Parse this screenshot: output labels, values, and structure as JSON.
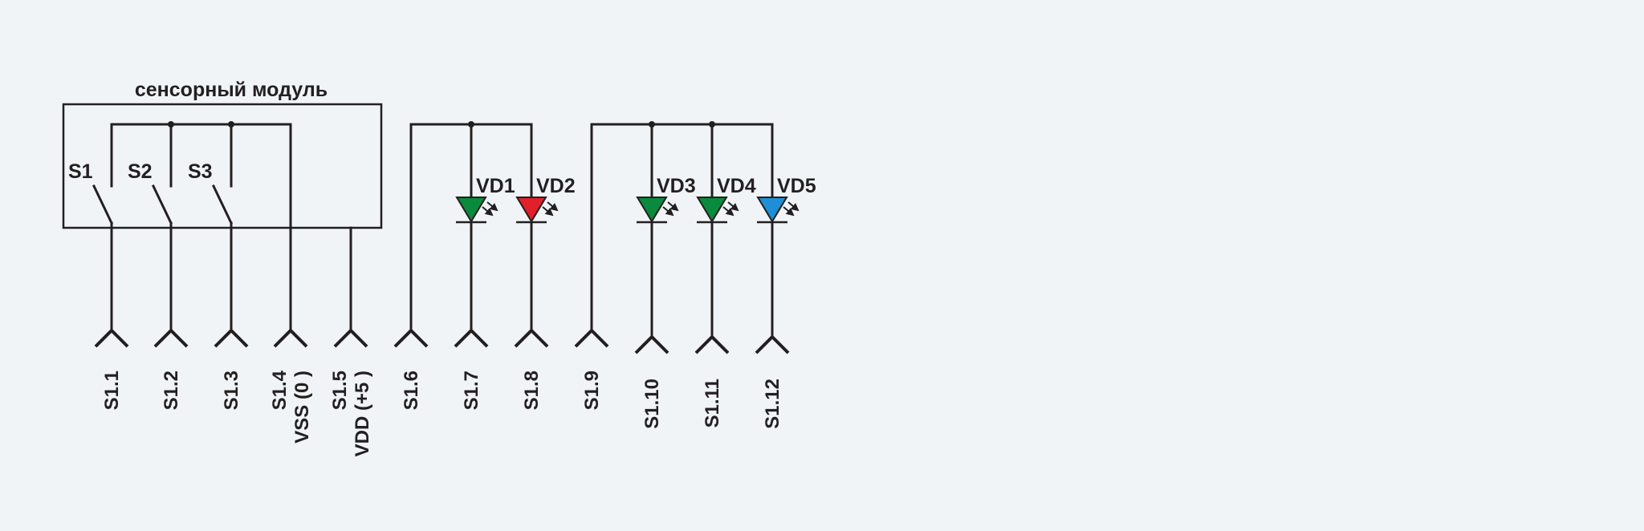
{
  "module": {
    "title": "сенсорный модуль"
  },
  "switches": [
    {
      "label": "S1"
    },
    {
      "label": "S2"
    },
    {
      "label": "S3"
    }
  ],
  "leds": [
    {
      "label": "VD1",
      "color": "#0a8a3c"
    },
    {
      "label": "VD2",
      "color": "#e0202a"
    },
    {
      "label": "VD3",
      "color": "#0a8a3c"
    },
    {
      "label": "VD4",
      "color": "#0a8a3c"
    },
    {
      "label": "VD5",
      "color": "#1e8fd6"
    }
  ],
  "pins": [
    {
      "lines": [
        "S1.1"
      ]
    },
    {
      "lines": [
        "S1.2"
      ]
    },
    {
      "lines": [
        "S1.3"
      ]
    },
    {
      "lines": [
        "S1.4",
        "VSS (0 )"
      ]
    },
    {
      "lines": [
        "S1.5",
        "VDD (+5 )"
      ]
    },
    {
      "lines": [
        "S1.6"
      ]
    },
    {
      "lines": [
        "S1.7"
      ]
    },
    {
      "lines": [
        "S1.8"
      ]
    },
    {
      "lines": [
        "S1.9"
      ]
    },
    {
      "lines": [
        "S1.10"
      ]
    },
    {
      "lines": [
        "S1.11"
      ]
    },
    {
      "lines": [
        "S1.12"
      ]
    }
  ],
  "icons": {
    "pin_contact": "connector-pin-icon",
    "junction": "junction-dot-icon",
    "led_arrows": "light-emission-arrows-icon"
  }
}
